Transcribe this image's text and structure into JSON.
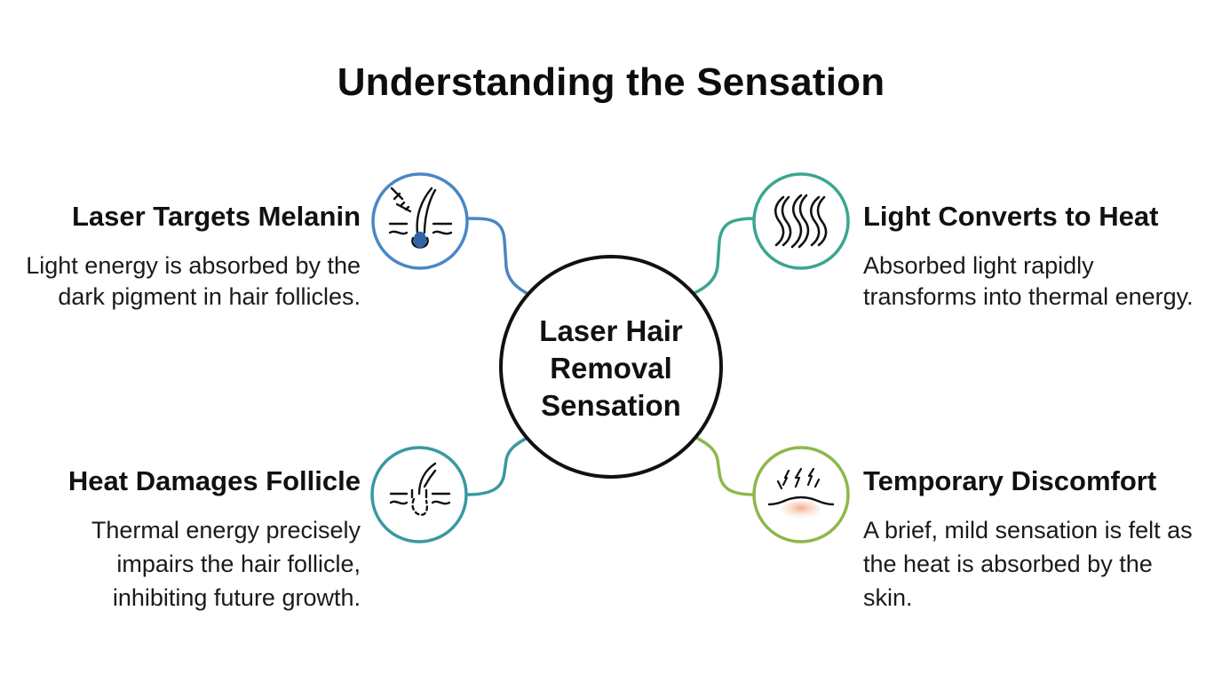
{
  "title": "Understanding the Sensation",
  "center": {
    "line1": "Laser Hair",
    "line2": "Removal",
    "line3": "Sensation"
  },
  "nodes": {
    "top_left": {
      "heading": "Laser Targets Melanin",
      "body": "Light energy is absorbed by the dark pigment in hair follicles.",
      "icon": "laser-hair-follicle-icon",
      "color": "#4a86c5"
    },
    "top_right": {
      "heading": "Light Converts to Heat",
      "body": "Absorbed light rapidly transforms into thermal energy.",
      "icon": "heat-waves-icon",
      "color": "#3aa68f"
    },
    "bottom_left": {
      "heading": "Heat Damages Follicle",
      "body": "Thermal energy precisely impairs the hair follicle, inhibiting future growth.",
      "icon": "damaged-follicle-icon",
      "color": "#3a98a4"
    },
    "bottom_right": {
      "heading": "Temporary Discomfort",
      "body": "A brief, mild sensation is felt as the heat is absorbed by the skin.",
      "icon": "skin-sensation-icon",
      "color": "#8db84a"
    }
  }
}
